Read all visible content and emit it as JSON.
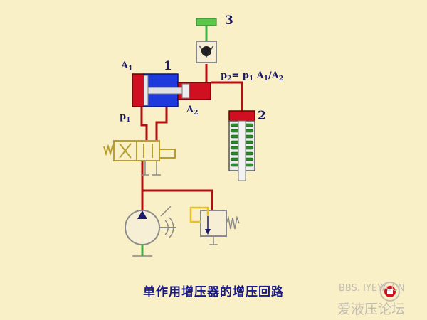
{
  "diagram": {
    "caption": "单作用增压器的增压回路",
    "labels": {
      "num_1": "1",
      "num_2": "2",
      "num_3": "3",
      "a1": "A",
      "a1_sub": "1",
      "a2": "A",
      "a2_sub": "2",
      "p1": "p",
      "p1_sub": "1",
      "formula": {
        "p_lhs": "p",
        "p_lhs_sub": "2",
        "eq": "= p",
        "p1_sub": "1",
        "a1": " A",
        "a1_sub": "1",
        "slash": "/A",
        "a2_sub": "2"
      }
    },
    "colors": {
      "background": "#FAF0C8",
      "pipe": "#B01010",
      "low_pressure": "#1E3ADC",
      "high_pressure": "#D01020",
      "tank_line": "#40B040",
      "component_outline": "#B8A030",
      "text": "#1A1A8C"
    }
  },
  "watermark": {
    "url": "BBS. IYEYA.CN",
    "name": "爱液压论坛"
  }
}
